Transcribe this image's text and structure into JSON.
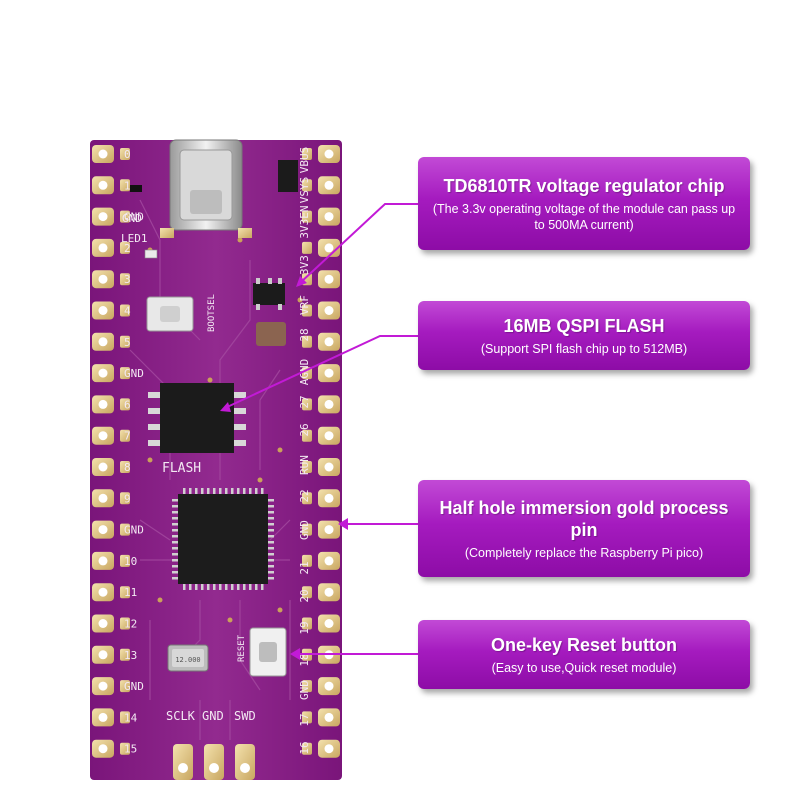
{
  "board_labels": {
    "gnd": "GND",
    "led": "LED1",
    "bootsel": "BOOTSEL",
    "flash": "FLASH",
    "reset": "RESET",
    "sclk": "SCLK",
    "gnd_bottom": "GND",
    "swd": "SWD",
    "vbus": "VBUS",
    "vsys": "VSYS",
    "en3v3": "3V3EN",
    "v3": "3V3",
    "vrf": "VRF",
    "p28": "28",
    "agnd": "AGND",
    "p27": "27",
    "p26": "26",
    "run": "RUN",
    "p22": "22",
    "gnd_r": "GND",
    "p21": "21",
    "p20": "20",
    "p19": "19",
    "p18": "18",
    "gnd_r2": "GND",
    "p17": "17",
    "p16": "16",
    "left_pins": [
      "0",
      "1",
      "GND",
      "2",
      "3",
      "4",
      "5",
      "GND",
      "6",
      "7",
      "8",
      "9",
      "GND",
      "10",
      "11",
      "12",
      "13",
      "GND",
      "14",
      "15"
    ],
    "crystal": "12.000"
  },
  "callouts": [
    {
      "title": "TD6810TR voltage regulator chip",
      "sub": "(The 3.3v operating voltage of the module can pass up to 500MA current)"
    },
    {
      "title": "16MB QSPI FLASH",
      "sub": "(Support SPI flash chip up to 512MB)"
    },
    {
      "title": "Half hole immersion gold process pin",
      "sub": "(Completely replace the Raspberry Pi pico)"
    },
    {
      "title": "One-key Reset button",
      "sub": "(Easy to use,Quick reset module)"
    }
  ],
  "colors": {
    "pcb": "#8a1e86",
    "pcb_dark": "#5e0f5e",
    "gold": "#e3c98a",
    "callout": "#a51bbf",
    "line": "#c21ad6"
  }
}
